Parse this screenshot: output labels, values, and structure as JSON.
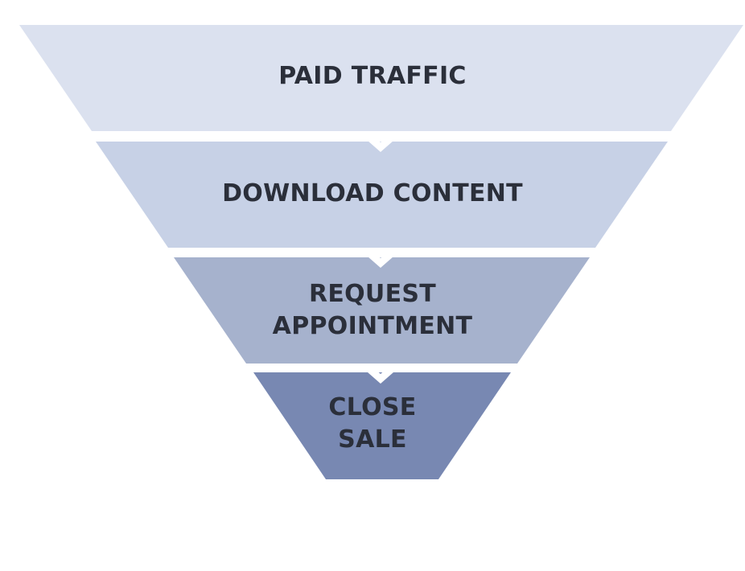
{
  "funnel": {
    "stages": [
      {
        "lines": [
          "PAID TRAFFIC"
        ],
        "color": "#dbe1ef"
      },
      {
        "lines": [
          "DOWNLOAD CONTENT"
        ],
        "color": "#c7d1e6"
      },
      {
        "lines": [
          "REQUEST",
          "APPOINTMENT"
        ],
        "color": "#a6b2cd"
      },
      {
        "lines": [
          "CLOSE",
          "SALE"
        ],
        "color": "#7888b2"
      }
    ],
    "text_color": "#2b2f3a",
    "separator_color": "#ffffff"
  }
}
